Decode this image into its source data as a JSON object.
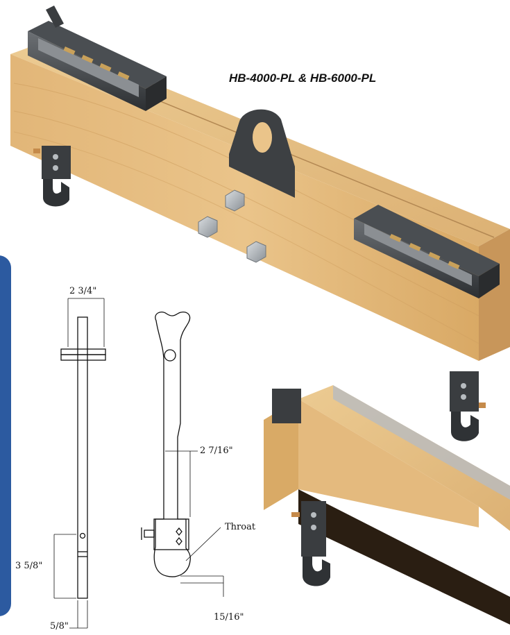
{
  "title": "HB-4000-PL & HB-6000-PL",
  "dimensions": {
    "width_top": "2 3/4\"",
    "hook_reach": "2 7/16\"",
    "throat_label": "Throat",
    "lower_length": "3 5/8\"",
    "bottom_width": "5/8\"",
    "throat_depth": "15/16\""
  },
  "colors": {
    "wood_light": "#e9c487",
    "wood_mid": "#d7a968",
    "wood_dark": "#a6763e",
    "steel": "#3a3d40",
    "steel_light": "#6a6e72",
    "panel_blue": "#2c5aa0"
  }
}
